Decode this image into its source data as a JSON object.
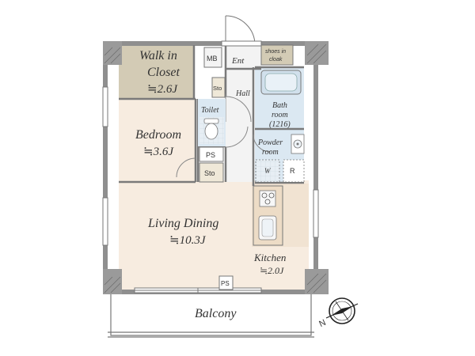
{
  "rooms": {
    "walk_in_closet": {
      "name_line1": "Walk in",
      "name_line2": "Closet",
      "area": "≒2.6J"
    },
    "bedroom": {
      "name": "Bedroom",
      "area": "≒3.6J"
    },
    "living_dining": {
      "name": "Living Dining",
      "area": "≒10.3J"
    },
    "kitchen": {
      "name": "Kitchen",
      "area": "≒2.0J"
    },
    "bath": {
      "line1": "Bath",
      "line2": "room",
      "line3": "(1216)"
    },
    "powder": {
      "line1": "Powder",
      "line2": "room"
    },
    "toilet": "Toilet",
    "balcony": "Balcony",
    "entrance": "Ent",
    "hall": "Hall",
    "shoes": {
      "line1": "shoes in",
      "line2": "cloak"
    }
  },
  "small_labels": {
    "mb": "MB",
    "sto_hall": "Sto",
    "sto_bedroom": "Sto",
    "ps_bedroom": "PS",
    "ps_living": "PS",
    "washer": "W",
    "refrigerator": "R"
  },
  "compass": {
    "label": "N"
  },
  "colors": {
    "wall": "#8f8f8f",
    "wall_dark": "#6e6e6e",
    "floor_wood": "#f7ece0",
    "closet": "#d3cbb5",
    "wet_area": "#dbe8f2",
    "storage": "#efe8d8"
  }
}
